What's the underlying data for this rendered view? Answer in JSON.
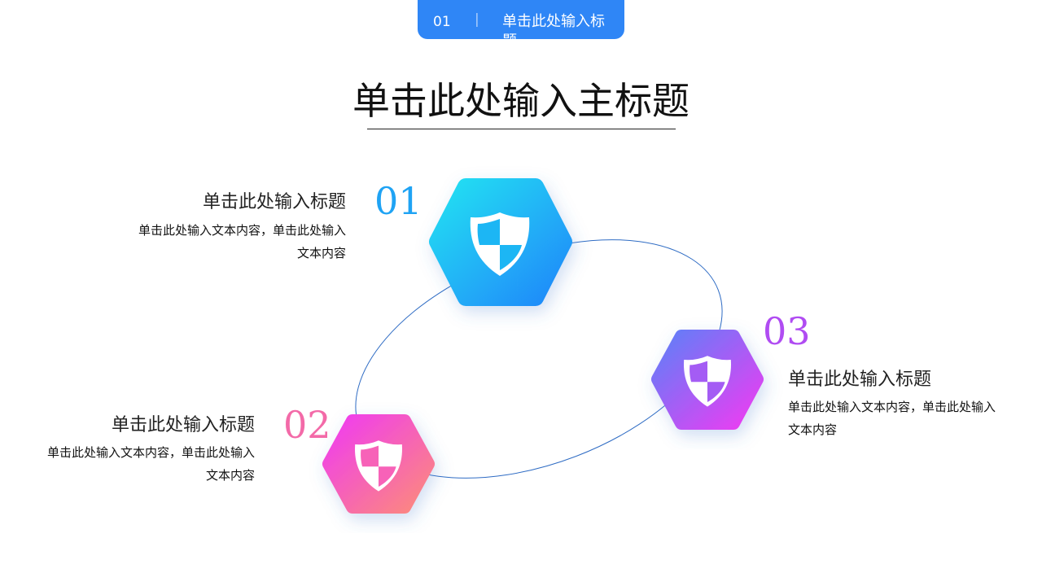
{
  "tab": {
    "number": "01",
    "separator": "|",
    "title": "单击此处输入标题"
  },
  "title": "单击此处输入主标题",
  "items": [
    {
      "number": "01",
      "title": "单击此处输入标题",
      "desc": "单击此处输入文本内容，单击此处输入文本内容",
      "icon": "shield-icon",
      "colors": [
        "#22e0f2",
        "#1f88fa"
      ]
    },
    {
      "number": "02",
      "title": "单击此处输入标题",
      "desc": "单击此处输入文本内容，单击此处输入文本内容",
      "icon": "shield-icon",
      "colors": [
        "#f03cf0",
        "#fc8a7c"
      ]
    },
    {
      "number": "03",
      "title": "单击此处输入标题",
      "desc": "单击此处输入文本内容，单击此处输入文本内容",
      "icon": "shield-icon",
      "colors": [
        "#5f7ff8",
        "#ee3cf2"
      ]
    }
  ],
  "colors": {
    "accent": "#2f86f6",
    "ring": "#2f6cc4"
  }
}
